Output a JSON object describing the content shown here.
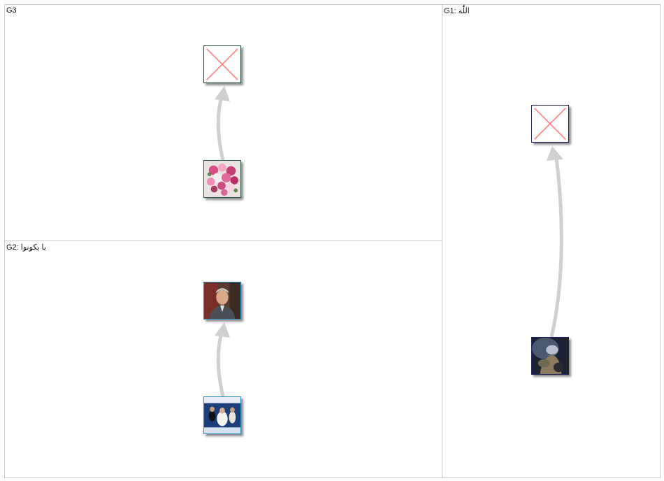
{
  "panels": {
    "g3": {
      "label": "G3"
    },
    "g2": {
      "label": "G2: يا يكونوا"
    },
    "g1": {
      "label": "G1: اللّٰه"
    }
  },
  "nodes": {
    "g3_target": {
      "kind": "missing-image",
      "border_color": "#1f4d3a"
    },
    "g3_source": {
      "kind": "photo-flower-bouquet",
      "border_color": "#2f5d4a"
    },
    "g2_target": {
      "kind": "photo-man-portrait",
      "border_color": "#2a8fbf"
    },
    "g2_source": {
      "kind": "photo-group-poster",
      "border_color": "#2a8fbf"
    },
    "g1_target": {
      "kind": "missing-image",
      "border_color": "#1a1f5c"
    },
    "g1_source": {
      "kind": "photo-dark-figure",
      "border_color": "#1a1f5c"
    }
  },
  "edges": [
    {
      "group": "G3",
      "from": "g3_source",
      "to": "g3_target"
    },
    {
      "group": "G2",
      "from": "g2_source",
      "to": "g2_target"
    },
    {
      "group": "G1",
      "from": "g1_source",
      "to": "g1_target"
    }
  ],
  "colors": {
    "edge": "#d0d0d0",
    "panel_border": "#c8c8c8",
    "missing_cross": "#ff7b7b"
  }
}
